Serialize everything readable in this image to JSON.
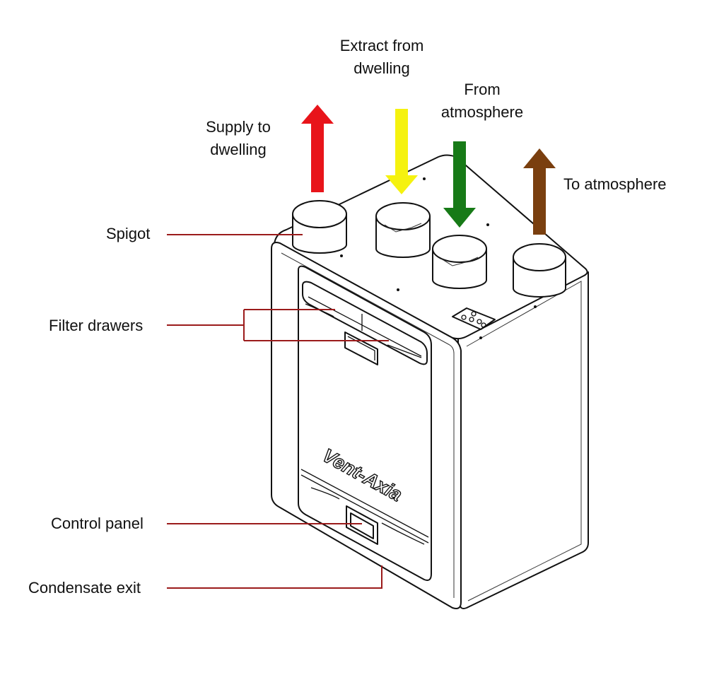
{
  "arrows": {
    "supply": {
      "label_lines": [
        "Supply to",
        "dwelling"
      ],
      "color": "#e8141a",
      "direction": "up"
    },
    "extract": {
      "label_lines": [
        "Extract from",
        "dwelling"
      ],
      "color": "#f5f20f",
      "direction": "down"
    },
    "from_atmosphere": {
      "label_lines": [
        "From",
        "atmosphere"
      ],
      "color": "#177a17",
      "direction": "down"
    },
    "to_atmosphere": {
      "label_lines": [
        "To atmosphere"
      ],
      "color": "#7a3f0f",
      "direction": "up"
    }
  },
  "callouts": {
    "spigot": "Spigot",
    "filter_drawers": "Filter drawers",
    "control_panel": "Control panel",
    "condensate_exit": "Condensate exit"
  },
  "brand": "Vent-Axia",
  "leader_color": "#9b1b1b"
}
